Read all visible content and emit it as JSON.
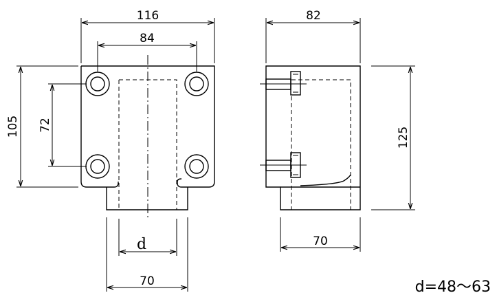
{
  "dimensions": {
    "front_width": "116",
    "hole_spacing_horizontal": "84",
    "front_height": "105",
    "hole_spacing_vertical": "72",
    "bore": "d",
    "front_bottom_width": "70",
    "side_width": "82",
    "side_height": "125",
    "side_bottom_width": "70"
  },
  "note": "d=48～63"
}
